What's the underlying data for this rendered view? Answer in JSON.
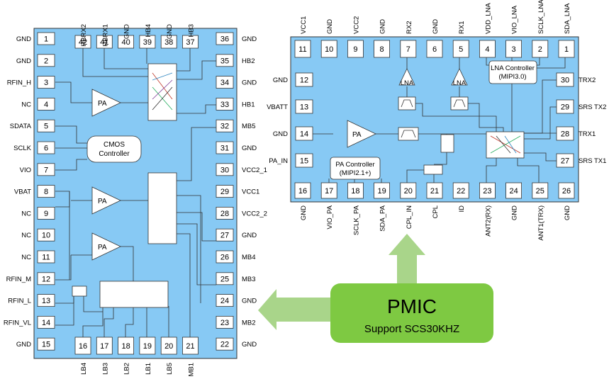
{
  "left_chip": {
    "left_pins": [
      {
        "num": "1",
        "label": "GND"
      },
      {
        "num": "2",
        "label": "GND"
      },
      {
        "num": "3",
        "label": "RFIN_H"
      },
      {
        "num": "4",
        "label": "NC"
      },
      {
        "num": "5",
        "label": "SDATA"
      },
      {
        "num": "6",
        "label": "SCLK"
      },
      {
        "num": "7",
        "label": "VIO"
      },
      {
        "num": "8",
        "label": "VBAT"
      },
      {
        "num": "9",
        "label": "NC"
      },
      {
        "num": "10",
        "label": "NC"
      },
      {
        "num": "11",
        "label": "NC"
      },
      {
        "num": "12",
        "label": "RFIN_M"
      },
      {
        "num": "13",
        "label": "RFIN_L"
      },
      {
        "num": "14",
        "label": "RFIN_VL"
      },
      {
        "num": "15",
        "label": "GND"
      }
    ],
    "right_pins": [
      {
        "num": "36",
        "label": "GND"
      },
      {
        "num": "35",
        "label": "HB2"
      },
      {
        "num": "34",
        "label": "GND"
      },
      {
        "num": "33",
        "label": "HB1"
      },
      {
        "num": "32",
        "label": "MB5"
      },
      {
        "num": "31",
        "label": "GND"
      },
      {
        "num": "30",
        "label": "VCC2_1"
      },
      {
        "num": "29",
        "label": "VCC1"
      },
      {
        "num": "28",
        "label": "VCC2_2"
      },
      {
        "num": "27",
        "label": "GND"
      },
      {
        "num": "26",
        "label": "MB4"
      },
      {
        "num": "25",
        "label": "MB3"
      },
      {
        "num": "24",
        "label": "GND"
      },
      {
        "num": "23",
        "label": "MB2"
      },
      {
        "num": "22",
        "label": "GND"
      }
    ],
    "top_pins": [
      {
        "num": "42",
        "label": "HBRX2"
      },
      {
        "num": "41",
        "label": "HBRX1"
      },
      {
        "num": "40",
        "label": "GND"
      },
      {
        "num": "39",
        "label": "HB4"
      },
      {
        "num": "38",
        "label": "GND"
      },
      {
        "num": "37",
        "label": "HB3"
      }
    ],
    "bottom_pins": [
      {
        "num": "16",
        "label": "LB4"
      },
      {
        "num": "17",
        "label": "LB3"
      },
      {
        "num": "18",
        "label": "LB2"
      },
      {
        "num": "19",
        "label": "LB1"
      },
      {
        "num": "20",
        "label": "LB5"
      },
      {
        "num": "21",
        "label": "MB1"
      }
    ],
    "pa_label": "PA",
    "cmos_label_1": "CMOS",
    "cmos_label_2": "Controller"
  },
  "right_chip": {
    "top_pins": [
      {
        "num": "11",
        "label": "VCC1"
      },
      {
        "num": "10",
        "label": "GND"
      },
      {
        "num": "9",
        "label": "VCC2"
      },
      {
        "num": "8",
        "label": "GND"
      },
      {
        "num": "7",
        "label": "RX2"
      },
      {
        "num": "6",
        "label": "GND"
      },
      {
        "num": "5",
        "label": "RX1"
      },
      {
        "num": "4",
        "label": "VDD_LNA"
      },
      {
        "num": "3",
        "label": "VIO_LNA"
      },
      {
        "num": "2",
        "label": "SCLK_LNA"
      },
      {
        "num": "1",
        "label": "SDA_LNA"
      }
    ],
    "left_pins": [
      {
        "num": "12",
        "label": "GND"
      },
      {
        "num": "13",
        "label": "VBATT"
      },
      {
        "num": "14",
        "label": "GND"
      },
      {
        "num": "15",
        "label": "PA_IN"
      }
    ],
    "right_pins": [
      {
        "num": "30",
        "label": "TRX2"
      },
      {
        "num": "29",
        "label": "SRS TX2"
      },
      {
        "num": "28",
        "label": "TRX1"
      },
      {
        "num": "27",
        "label": "SRS TX1"
      }
    ],
    "bottom_pins": [
      {
        "num": "16",
        "label": "GND"
      },
      {
        "num": "17",
        "label": "VIO_PA"
      },
      {
        "num": "18",
        "label": "SCLK_PA"
      },
      {
        "num": "19",
        "label": "SDA_PA"
      },
      {
        "num": "20",
        "label": "CPL_IN"
      },
      {
        "num": "21",
        "label": "CPL"
      },
      {
        "num": "22",
        "label": "ID"
      },
      {
        "num": "23",
        "label": "ANT2(RX)"
      },
      {
        "num": "24",
        "label": "GND"
      },
      {
        "num": "25",
        "label": "ANT1(TRX)"
      },
      {
        "num": "26",
        "label": "GND"
      }
    ],
    "lna_label": "LNA",
    "pa_label": "PA",
    "lna_ctrl_1": "LNA Controller",
    "lna_ctrl_2": "(MIPI3.0)",
    "pa_ctrl_1": "PA Controller",
    "pa_ctrl_2": "(MIPI2.1+)"
  },
  "pmic": {
    "title": "PMIC",
    "subtitle": "Support SCS30KHZ"
  },
  "colors": {
    "chip_fill": "#87c9f4",
    "pin_fill": "#ffffff",
    "pmic_fill": "#7ec942",
    "arrow_fill": "#a9d58a"
  }
}
